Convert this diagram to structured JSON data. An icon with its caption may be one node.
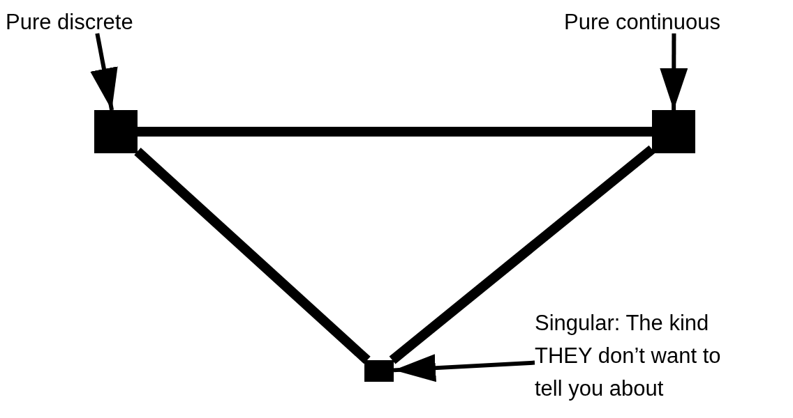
{
  "diagram": {
    "nodes": [
      {
        "text": [
          "Pure discrete"
        ]
      },
      {
        "text": [
          "Pure continuous"
        ]
      },
      {
        "text": [
          "Singular: The kind THEY don’t want to tell you about"
        ]
      },
      {
        "text": [],
        "shape": "box"
      },
      {
        "text": [],
        "shape": "box"
      },
      {
        "text": [],
        "shape": "box"
      }
    ],
    "edges": [
      {
        "from": 0,
        "to": 3,
        "arrow": "to"
      },
      {
        "from": 1,
        "to": 4,
        "arrow": "to"
      },
      {
        "from": 2,
        "to": 5,
        "arrow": "to"
      },
      {
        "from": 3,
        "to": 4,
        "arrow": "none",
        "style": "thick"
      },
      {
        "from": 3,
        "to": 5,
        "arrow": "none",
        "style": "thick"
      },
      {
        "from": 4,
        "to": 5,
        "arrow": "none",
        "style": "thick"
      }
    ]
  }
}
